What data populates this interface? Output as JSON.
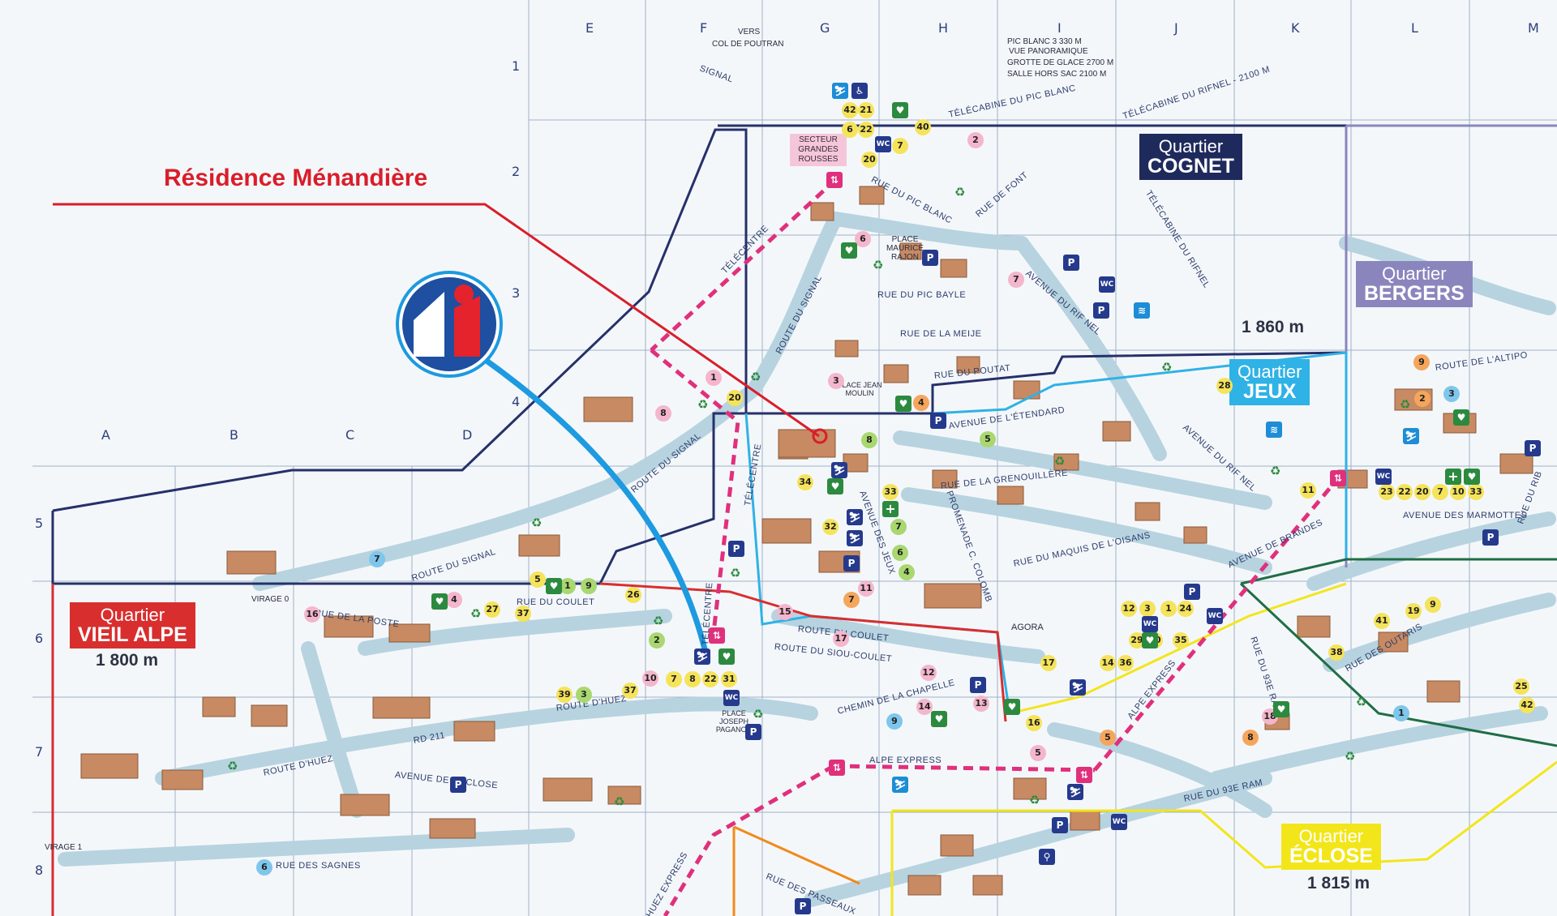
{
  "map": {
    "title": "Résidence Ménandière",
    "columns": [
      "A",
      "B",
      "C",
      "D",
      "E",
      "F",
      "G",
      "H",
      "I",
      "J",
      "K",
      "L",
      "M"
    ],
    "rows": [
      "1",
      "2",
      "3",
      "4",
      "5",
      "6",
      "7",
      "8"
    ],
    "quartiers": [
      {
        "line1": "Quartier",
        "line2": "COGNET",
        "altitude": "1 860 m",
        "color": "#1f2a5c"
      },
      {
        "line1": "Quartier",
        "line2": "BERGERS",
        "altitude": "",
        "color": "#8a86bd"
      },
      {
        "line1": "Quartier",
        "line2": "JEUX",
        "altitude": "",
        "color": "#2fb2e6"
      },
      {
        "line1": "Quartier",
        "line2": "VIEIL ALPE",
        "altitude": "1 800 m",
        "color": "#d92e2e"
      },
      {
        "line1": "Quartier",
        "line2": "ÉCLOSE",
        "altitude": "1 815 m",
        "color": "#f2e61a"
      }
    ],
    "top_labels": {
      "vers": "VERS",
      "col": "COL DE POUTRAN",
      "signal": "SIGNAL",
      "pic_blanc": "PIC BLANC 3 330 M",
      "vue": "VUE PANORAMIQUE",
      "grotte": "GROTTE DE GLACE 2700 M",
      "salle": "SALLE HORS SAC 2100 M",
      "telecabine_pic_blanc": "TÉLÉCABINE DU PIC BLANC",
      "telecabine_rifnel": "TÉLÉCABINE DU RIFNEL - 2100 M",
      "telecabine_rifnel2": "TÉLÉCABINE DU RIFNEL"
    },
    "sector": "SECTEUR GRANDES ROUSSES",
    "place_maurice": "PLACE MAURICE RAJON",
    "place_jean": "PLACE JEAN MOULIN",
    "place_joseph": "PLACE JOSEPH PAGANON",
    "agora": "AGORA",
    "virage0": "VIRAGE 0",
    "virage1": "VIRAGE 1",
    "streets": {
      "pic_blanc": "RUE DU PIC BLANC",
      "font": "RUE DE FONT",
      "pic_bayle": "RUE DU PIC BAYLE",
      "meije": "RUE DE LA MEIJE",
      "poutat": "RUE DU POUTAT",
      "rif_nel": "AVENUE DU RIF NEL",
      "rif_nel2": "AVENUE DU RIF NEL",
      "etendard": "AVENUE DE L'ÉTENDARD",
      "grenouillere": "RUE DE LA GRENOUILLÈRE",
      "maquis": "RUE DU MAQUIS DE L'OISANS",
      "brandes": "AVENUE DE BRANDES",
      "colomb": "PROMENADE C. COLOMB",
      "jeux": "AVENUE DES JEUX",
      "route_signal": "ROUTE DU SIGNAL",
      "route_signal2": "ROUTE DU SIGNAL",
      "route_signal3": "ROUTE DU SIGNAL",
      "poste": "RUE DE LA POSTE",
      "coulet": "RUE DU COULET",
      "route_coulet": "ROUTE DU COULET",
      "siou": "ROUTE DU SIOU-COULET",
      "chapelle": "CHEMIN DE LA CHAPELLE",
      "huez": "ROUTE D'HUEZ",
      "huez2": "ROUTE D'HUEZ",
      "rd211": "RD 211",
      "eclose": "AVENUE DE L'ÉCLOSE",
      "sagnes": "RUE DES SAGNES",
      "passeaux": "RUE DES PASSEAUX",
      "rue93": "RUE DU 93E RAM",
      "rue93b": "RUE DU 93E RAM",
      "marmottes": "AVENUE DES MARMOTTES",
      "outaris": "RUE DES OUTARIS",
      "altipo": "ROUTE DE L'ALTIPO",
      "telecentre": "TÉLÉCENTRE",
      "telecentre2": "TÉLÉCENTRE",
      "telecentre3": "TÉLÉCENTRE",
      "alpe_express": "ALPE EXPRESS",
      "alpe_express2": "ALPE EXPRESS",
      "huez_express": "HUEZ EXPRESS",
      "rue_rib": "RUE DU RIB"
    },
    "colors": {
      "road": "#b7d3e0",
      "snow": "#f4f7fa",
      "title_red": "#d91e2a",
      "info_blue": "#1d9ae0",
      "lift_pink": "#e0307c"
    },
    "icons": [
      "info-logo-icon",
      "parking-icon",
      "wc-icon",
      "lift-icon",
      "pharmacy-icon",
      "heart-icon",
      "recycle-icon"
    ]
  }
}
